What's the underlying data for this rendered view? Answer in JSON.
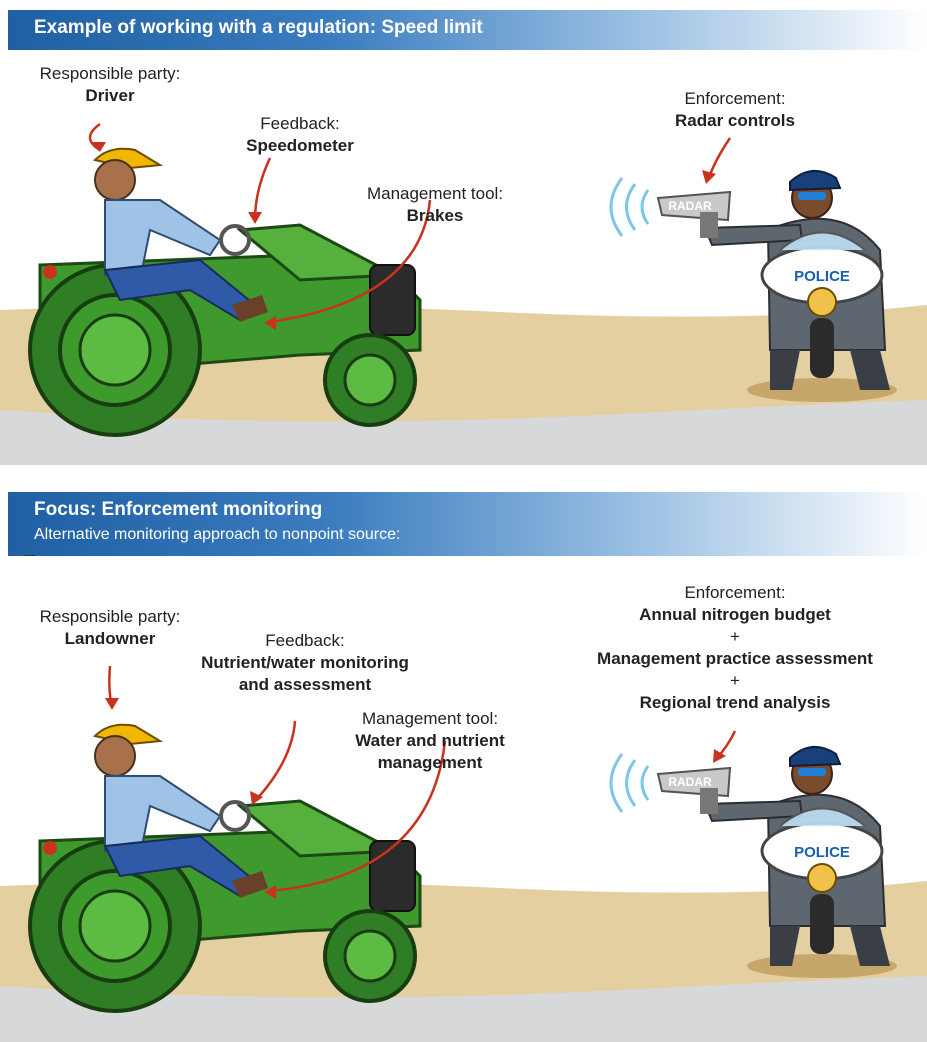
{
  "panel1": {
    "banner_title": "Example of working with a regulation: Speed limit",
    "responsible": {
      "key": "Responsible party:",
      "value": "Driver"
    },
    "feedback": {
      "key": "Feedback:",
      "value": "Speedometer"
    },
    "tool": {
      "key": "Management tool:",
      "value": "Brakes"
    },
    "enforcement": {
      "key": "Enforcement:",
      "value": "Radar controls"
    },
    "radar_text": "RADAR",
    "police_text": "POLICE"
  },
  "panel2": {
    "banner_title": "Focus: Enforcement monitoring",
    "banner_subtitle": "Alternative monitoring approach to nonpoint source:",
    "responsible": {
      "key": "Responsible party:",
      "value": "Landowner"
    },
    "feedback": {
      "key": "Feedback:",
      "value_line1": "Nutrient/water monitoring",
      "value_line2": "and assessment"
    },
    "tool": {
      "key": "Management tool:",
      "value_line1": "Water and nutrient",
      "value_line2": "management"
    },
    "enforcement": {
      "key": "Enforcement:",
      "item1": "Annual nitrogen budget",
      "plus": "+",
      "item2": "Management practice assessment",
      "item3": "Regional trend analysis"
    },
    "radar_text": "RADAR",
    "police_text": "POLICE"
  },
  "colors": {
    "banner_dark": "#1f5fa3",
    "arrow": "#c8321e",
    "tractor_green": "#3f9a2e",
    "ground": "#e4cfa0",
    "road": "#d7d8da",
    "police_blue": "#1a5fb0"
  }
}
